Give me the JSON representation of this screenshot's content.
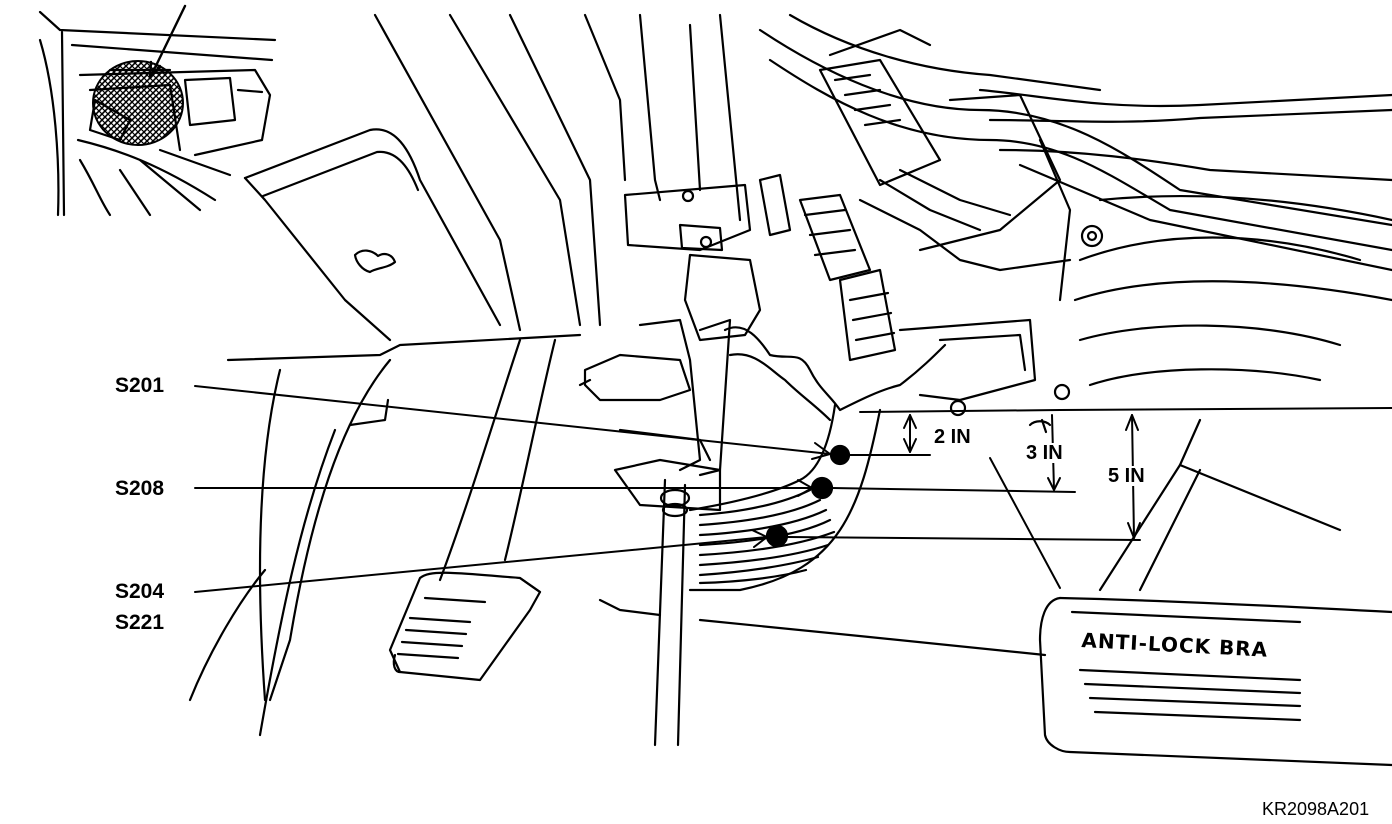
{
  "callouts": [
    {
      "id": "s201",
      "label": "S201"
    },
    {
      "id": "s208",
      "label": "S208"
    },
    {
      "id": "s204",
      "label": "S204"
    },
    {
      "id": "s221",
      "label": "S221"
    }
  ],
  "dimensions": [
    "2 IN",
    "3 IN",
    "5 IN"
  ],
  "plate_text": "ANTI-LOCK BRA",
  "figure_code": "KR2098A201"
}
